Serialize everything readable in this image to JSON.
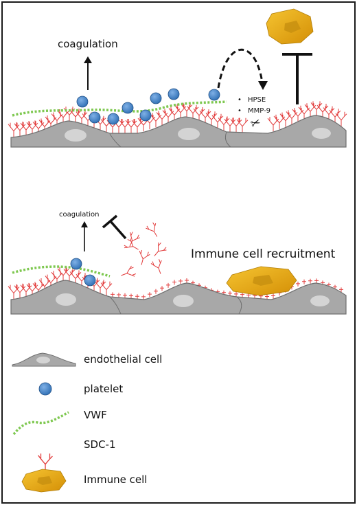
{
  "panel_top": {
    "coagulation_label": "coagulation",
    "enzymes": [
      "HPSE",
      "MMP-9"
    ],
    "scissors_glyph": "✂"
  },
  "panel_middle": {
    "coagulation_label": "coagulation",
    "recruitment_label": "Immune cell recruitment"
  },
  "legend": {
    "items": [
      {
        "icon": "endothelial-cell-icon",
        "label": "endothelial cell"
      },
      {
        "icon": "platelet-icon",
        "label": "platelet"
      },
      {
        "icon": "vwf-icon",
        "label": "VWF"
      },
      {
        "icon": "sdc1-icon",
        "label": "SDC-1"
      },
      {
        "icon": "immune-cell-icon",
        "label": "Immune cell"
      }
    ]
  },
  "colors": {
    "border": "#1a1a1a",
    "endothelial_fill": "#a8a8a8",
    "endothelial_stroke": "#6e6e6e",
    "nucleus_fill": "#d4d4d4",
    "platelet_fill": "#3f7fc4",
    "platelet_stroke": "#1f4f86",
    "vwf": "#7ec850",
    "sdc1": "#e23b3b",
    "immune_fill": "#e8a812",
    "immune_dark": "#b07c06"
  }
}
